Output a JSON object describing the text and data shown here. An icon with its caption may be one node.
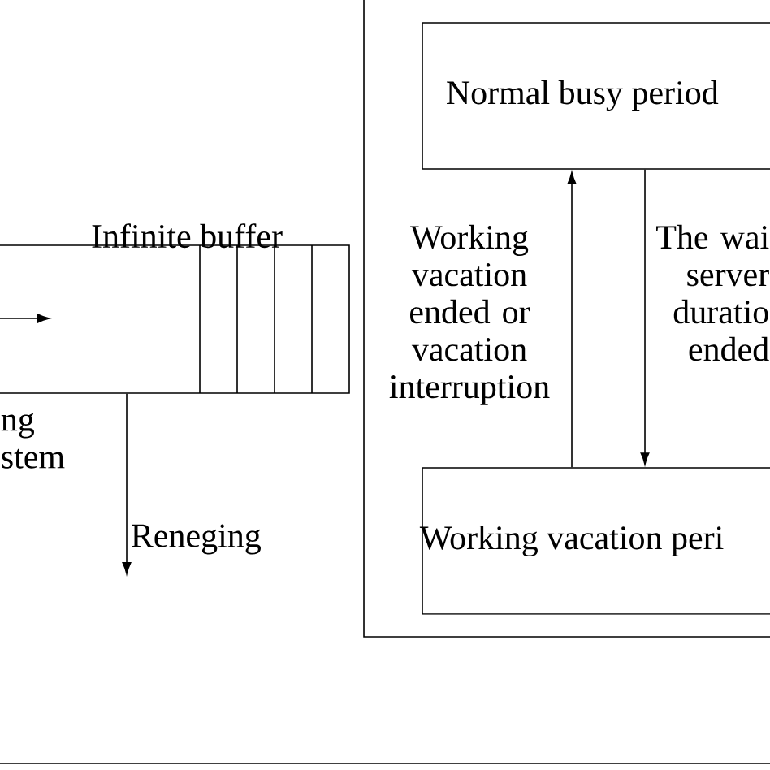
{
  "diagram": {
    "nodes": [
      {
        "text": [
          "Infinite buffer"
        ]
      },
      {
        "text": [],
        "shape": "box"
      },
      {
        "text": [
          "Normal busy period"
        ],
        "in": 1
      },
      {
        "text": [
          "Working vacation peri"
        ],
        "in": 1
      }
    ],
    "edges": [
      {
        "from": 0,
        "to": null,
        "arrow": "to",
        "label": "Reneging"
      },
      {
        "from": 3,
        "to": 2,
        "arrow": "to",
        "label": "Working vacation ended or vacation interruption"
      },
      {
        "from": 2,
        "to": 3,
        "arrow": "to",
        "label": "The wai server duratio ended"
      }
    ],
    "labels": [
      "ng stem"
    ]
  }
}
